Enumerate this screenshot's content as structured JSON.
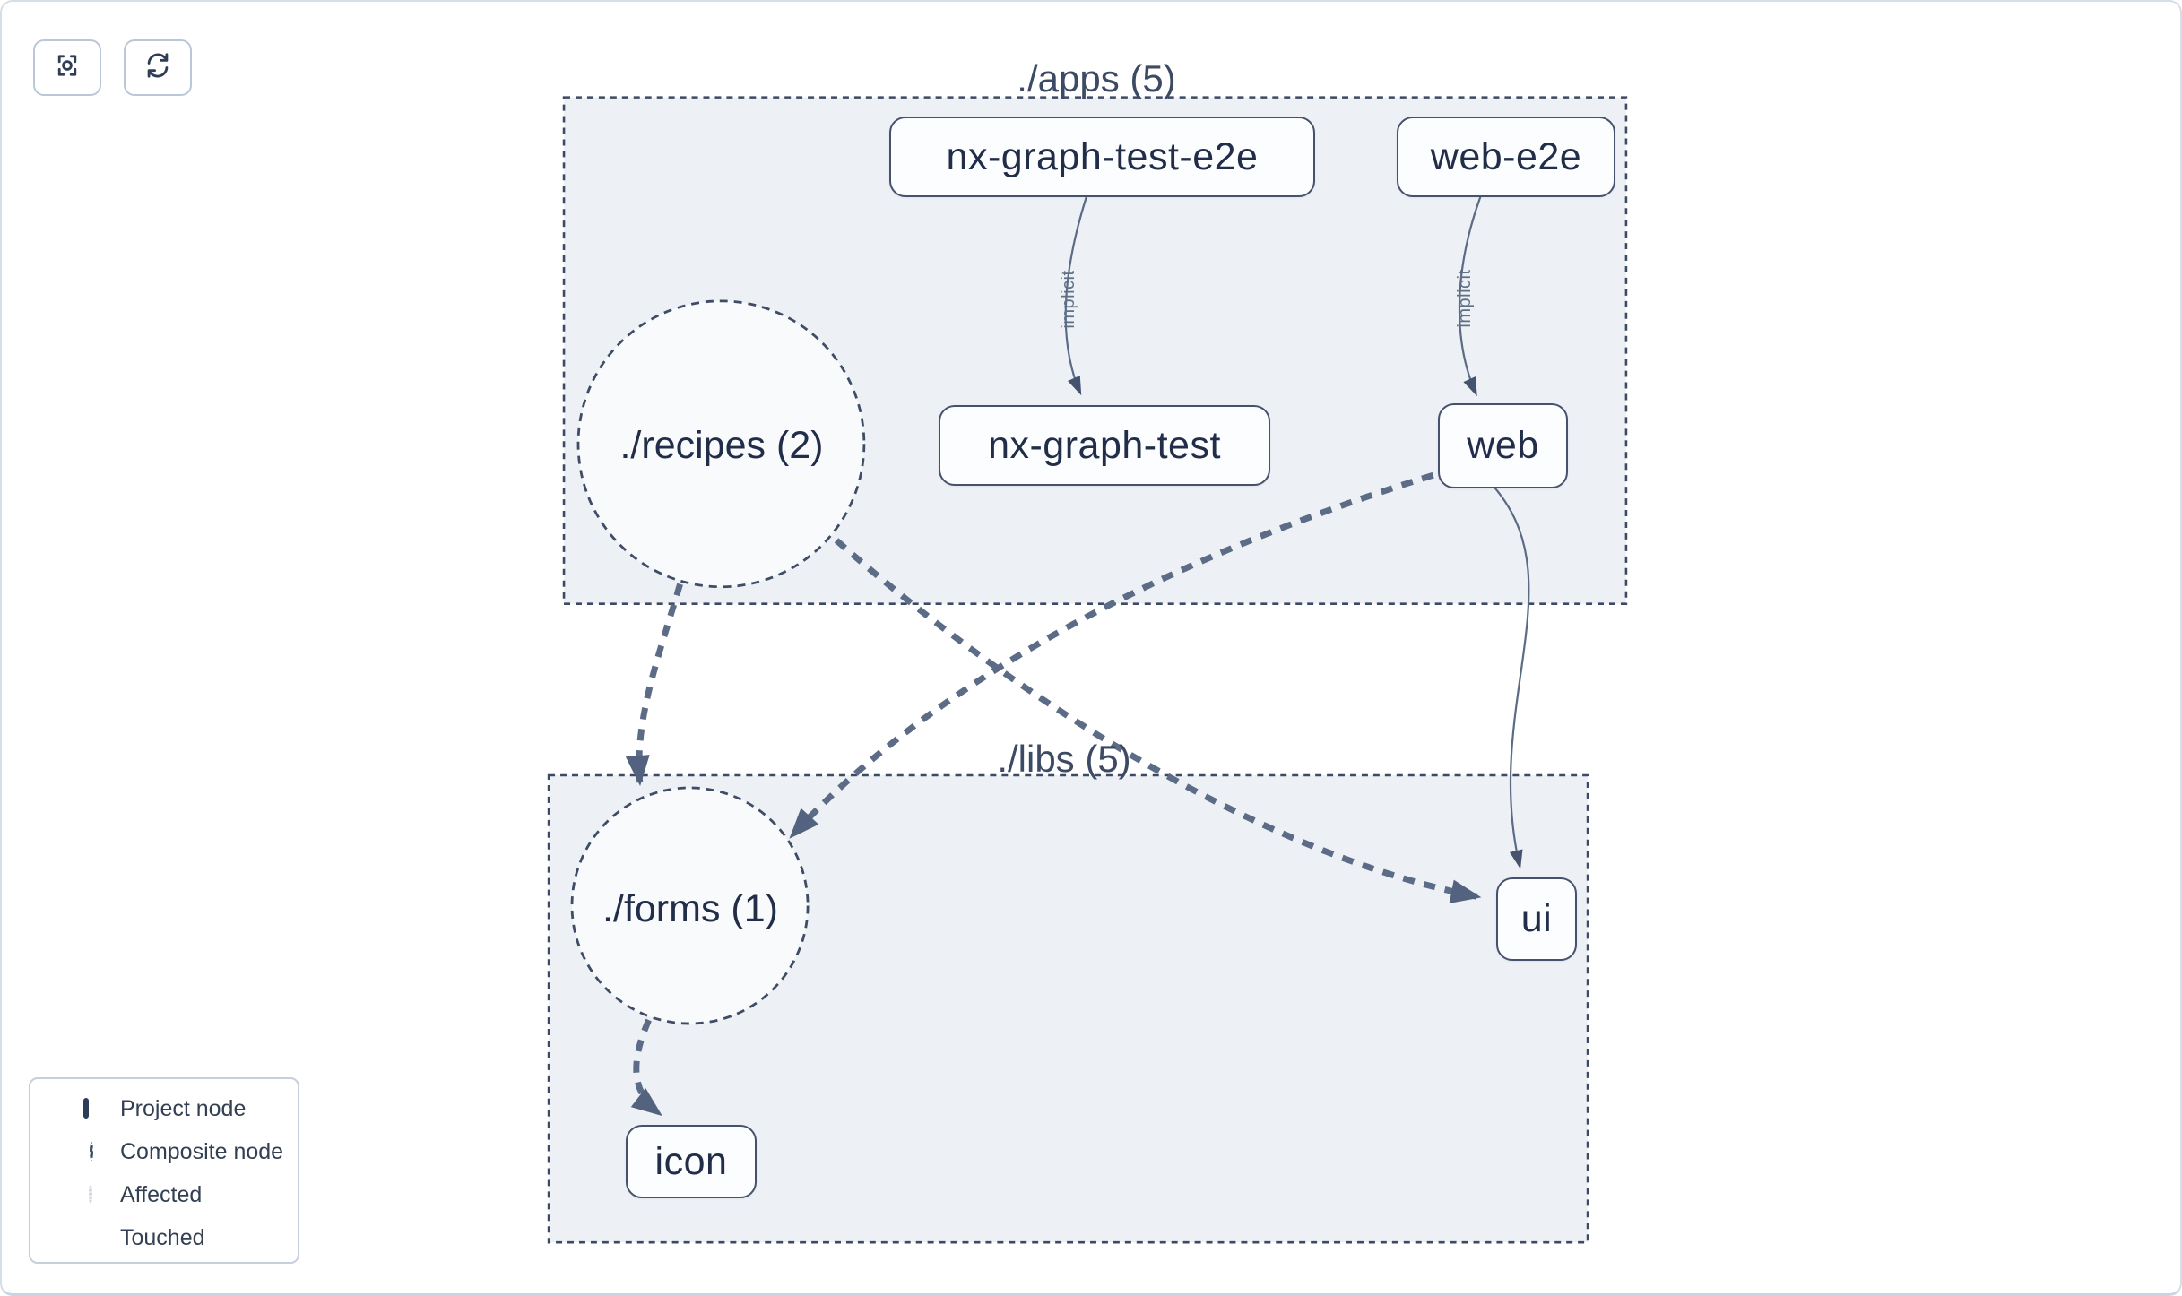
{
  "toolbar": {
    "buttons": [
      {
        "name": "focus",
        "icon": "viewfinder-icon"
      },
      {
        "name": "refresh",
        "icon": "refresh-icon"
      }
    ]
  },
  "graph": {
    "groups": [
      {
        "id": "apps",
        "title": "./apps (5)"
      },
      {
        "id": "libs",
        "title": "./libs (5)"
      }
    ],
    "composite_nodes": [
      {
        "id": "recipes",
        "label": "./recipes (2)"
      },
      {
        "id": "forms",
        "label": "./forms (1)"
      }
    ],
    "project_nodes": [
      {
        "id": "nx-graph-test-e2e",
        "label": "nx-graph-test-e2e"
      },
      {
        "id": "web-e2e",
        "label": "web-e2e"
      },
      {
        "id": "nx-graph-test",
        "label": "nx-graph-test"
      },
      {
        "id": "web",
        "label": "web"
      },
      {
        "id": "ui",
        "label": "ui"
      },
      {
        "id": "icon",
        "label": "icon"
      }
    ],
    "edges": [
      {
        "from": "nx-graph-test-e2e",
        "to": "nx-graph-test",
        "label": "implicit",
        "style": "solid-thin"
      },
      {
        "from": "web-e2e",
        "to": "web",
        "label": "implicit",
        "style": "solid-thin"
      },
      {
        "from": "web",
        "to": "ui",
        "label": "",
        "style": "solid-thin"
      },
      {
        "from": "./recipes (2)",
        "to": "./forms (1)",
        "label": "",
        "style": "dashed-thick"
      },
      {
        "from": "./recipes (2)",
        "to": "ui",
        "label": "",
        "style": "dashed-thick"
      },
      {
        "from": "web",
        "to": "./forms (1)",
        "label": "",
        "style": "dashed-thick"
      },
      {
        "from": "./forms (1)",
        "to": "icon",
        "label": "",
        "style": "dashed-thick"
      }
    ]
  },
  "legend": {
    "items": [
      {
        "label": "Project node",
        "swatch": "rect-outline"
      },
      {
        "label": "Composite node",
        "swatch": "dashed-circle"
      },
      {
        "label": "Affected",
        "swatch": "light-dotted-circle"
      },
      {
        "label": "Touched",
        "swatch": "solid-blue-circle"
      }
    ],
    "touched_color": "#1b46d1"
  },
  "colors": {
    "group_fill": "#edf1f6",
    "group_border": "#3d4a63",
    "node_fill": "#fcfdfe",
    "node_border": "#46526c",
    "node_text": "#212d49",
    "edge": "#5d6c86",
    "edge_label": "#5f7087",
    "touched_blue": "#1b46d1",
    "affected_fill": "#eef1f5"
  }
}
